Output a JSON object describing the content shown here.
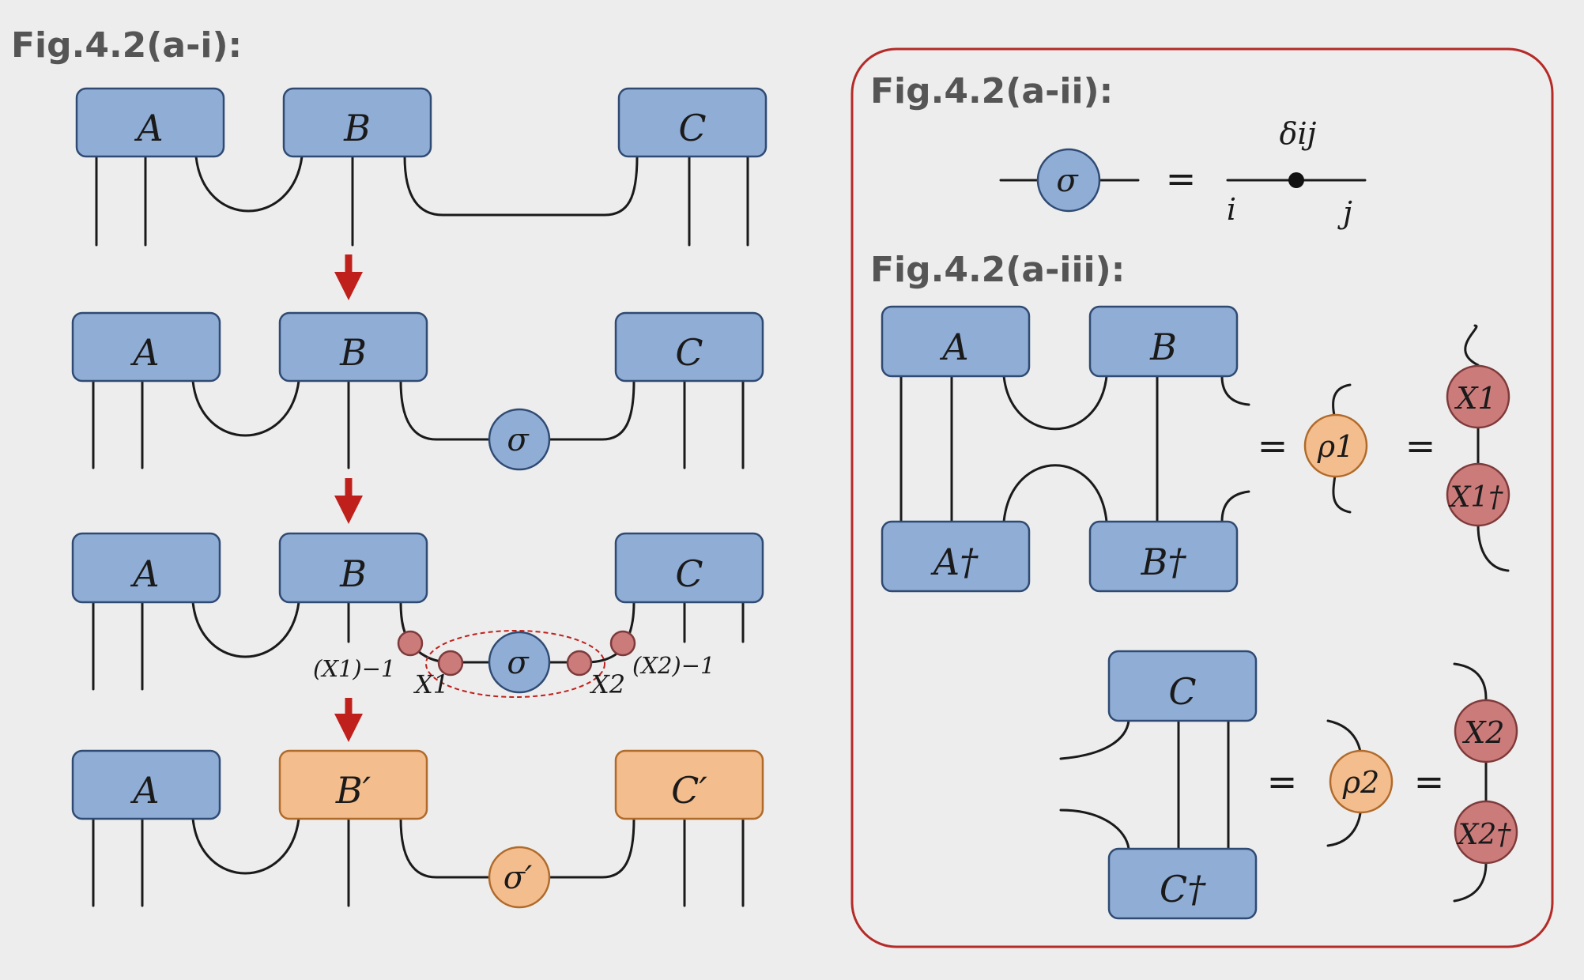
{
  "figure_labels": {
    "a_i": "Fig.4.2(a-i):",
    "a_ii": "Fig.4.2(a-ii):",
    "a_iii": "Fig.4.2(a-iii):"
  },
  "tensors": {
    "A": "A",
    "B": "B",
    "C": "C",
    "B_prime": "B′",
    "C_prime": "C′",
    "A_dag": "A†",
    "B_dag": "B†",
    "C_dag": "C†"
  },
  "symbols": {
    "sigma": "σ",
    "sigma_prime": "σ′",
    "rho1": "ρ1",
    "rho2": "ρ2",
    "X1": "X1",
    "X2": "X2",
    "X1_dag": "X1†",
    "X2_dag": "X2†",
    "X1_inv": "(X1)−1",
    "X2_inv": "(X2)−1",
    "delta": "δij",
    "i": "i",
    "j": "j",
    "equals": "="
  },
  "colors": {
    "tensor_blue": "#8fadd5",
    "tensor_orange": "#f4bd8d",
    "gauge_red": "#cc7b7b",
    "arrow_red": "#c0201c",
    "panel_border": "#b42b28",
    "background": "#ededed"
  }
}
